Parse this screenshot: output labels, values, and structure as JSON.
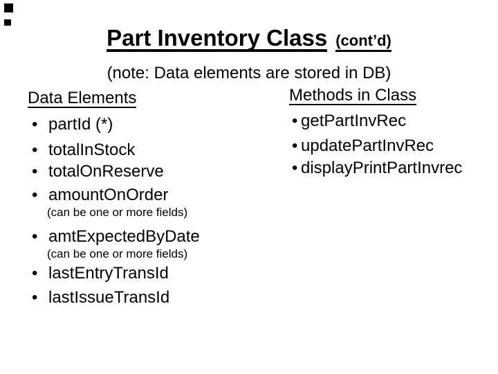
{
  "slide": {
    "title": {
      "main": "Part Inventory Class",
      "suffix": "(cont’d)"
    },
    "subtitle": "(note: Data elements are stored in DB)",
    "bullet_glyph": "•",
    "left_column": {
      "header": "Data Elements",
      "items": [
        {
          "type": "bullet",
          "text": "partId (*)"
        },
        {
          "type": "bullet",
          "text": "totalInStock"
        },
        {
          "type": "bullet",
          "text": "totalOnReserve"
        },
        {
          "type": "bullet",
          "text": "amountOnOrder"
        },
        {
          "type": "note",
          "text": "(can be one or more fields)"
        },
        {
          "type": "bullet",
          "text": "amtExpectedByDate"
        },
        {
          "type": "note",
          "text": "(can be one or more fields)"
        },
        {
          "type": "bullet",
          "text": "lastEntryTransId"
        },
        {
          "type": "bullet",
          "text": "lastIssueTransId"
        }
      ]
    },
    "right_column": {
      "header": "Methods in Class",
      "items": [
        {
          "type": "bullet",
          "text": "getPartInvRec"
        },
        {
          "type": "bullet",
          "text": "updatePartInvRec"
        },
        {
          "type": "bullet",
          "text": "displayPrintPartInvrec"
        }
      ]
    },
    "colors": {
      "text": "#000000",
      "background": "#ffffff",
      "corner_artifact": "#000000"
    }
  }
}
